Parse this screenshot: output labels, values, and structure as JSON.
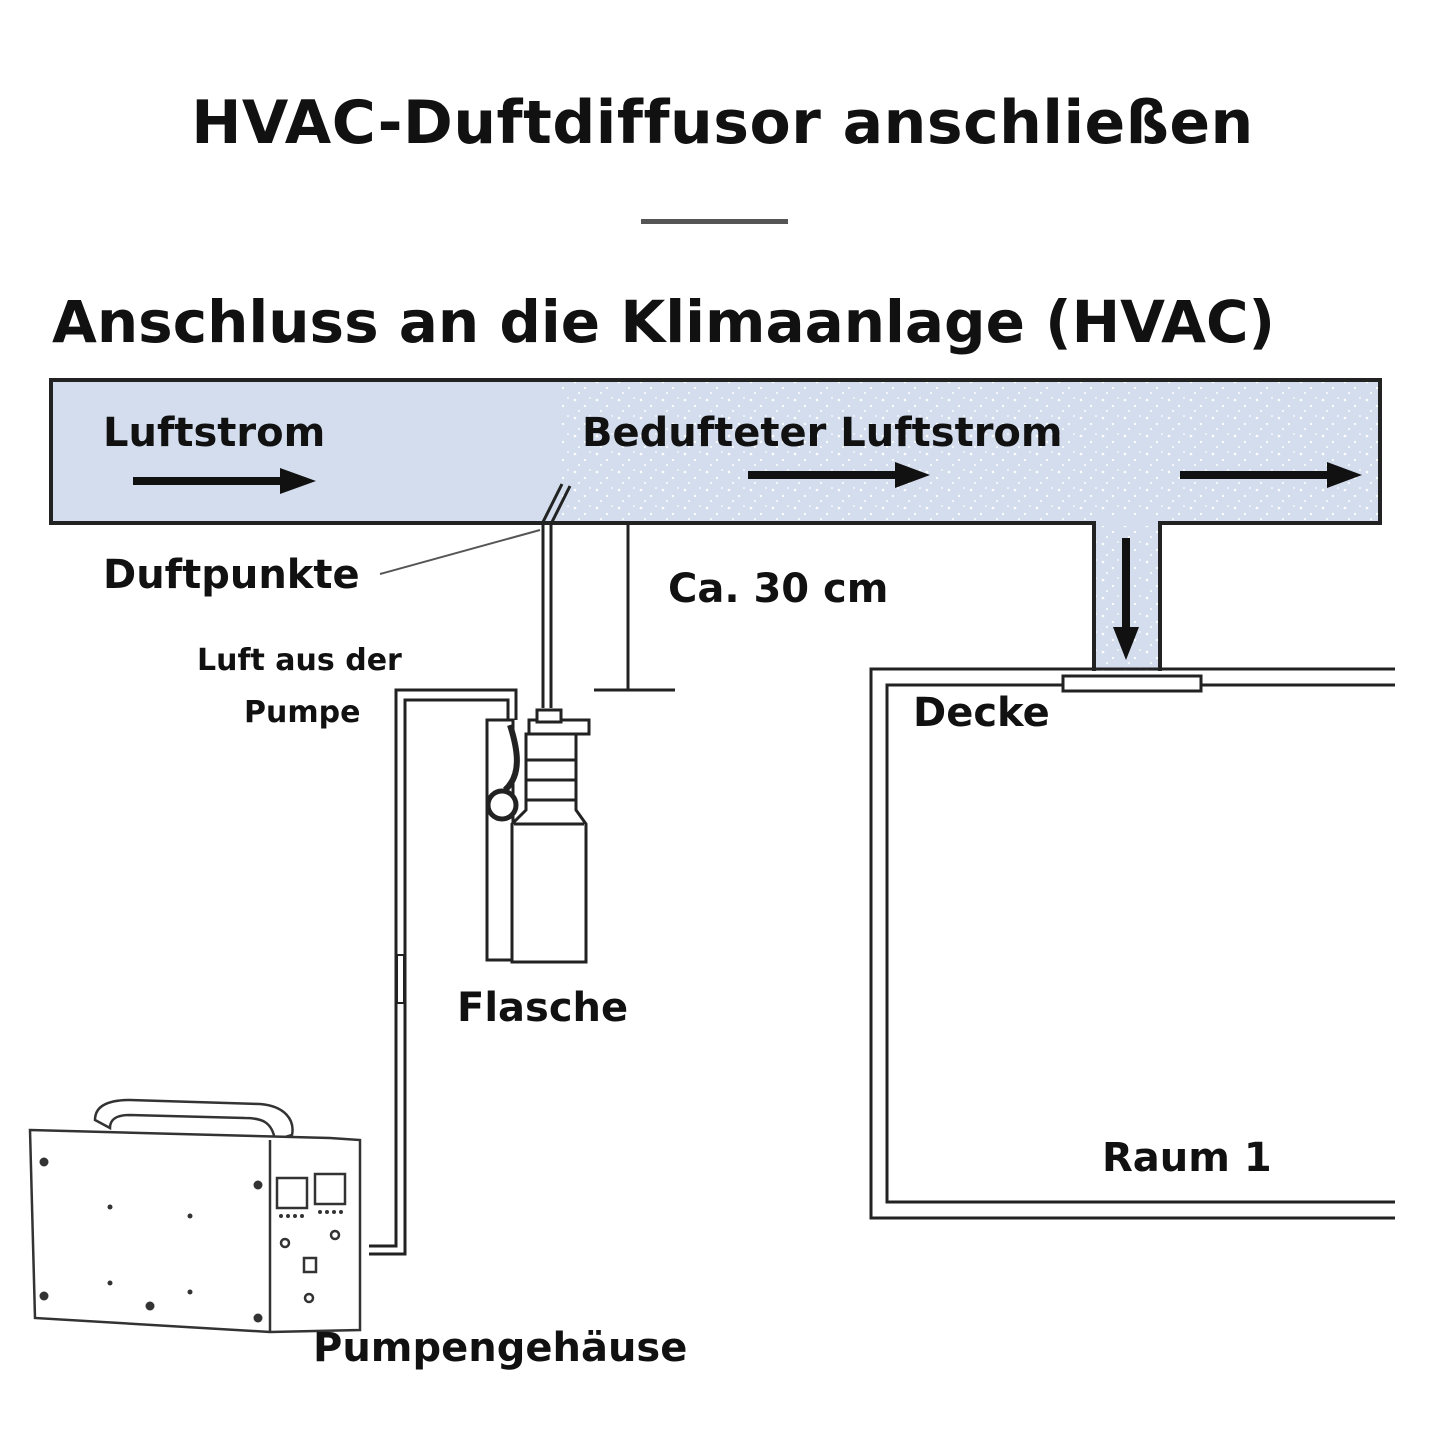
{
  "title": "HVAC-Duftdiffusor anschließen",
  "subtitle": "Anschluss an die Klimaanlage (HVAC)",
  "labels": {
    "airflow": "Luftstrom",
    "scented_airflow": "Bedufteter Luftstrom",
    "scent_points": "Duftpunkte",
    "distance": "Ca. 30 cm",
    "pump_air_line1": "Luft aus der",
    "pump_air_line2": "Pumpe",
    "ceiling": "Decke",
    "bottle": "Flasche",
    "room": "Raum 1",
    "pump_housing": "Pumpengehäuse"
  },
  "colors": {
    "duct_fill": "#d3dded",
    "stroke": "#222222",
    "text": "#111111"
  }
}
